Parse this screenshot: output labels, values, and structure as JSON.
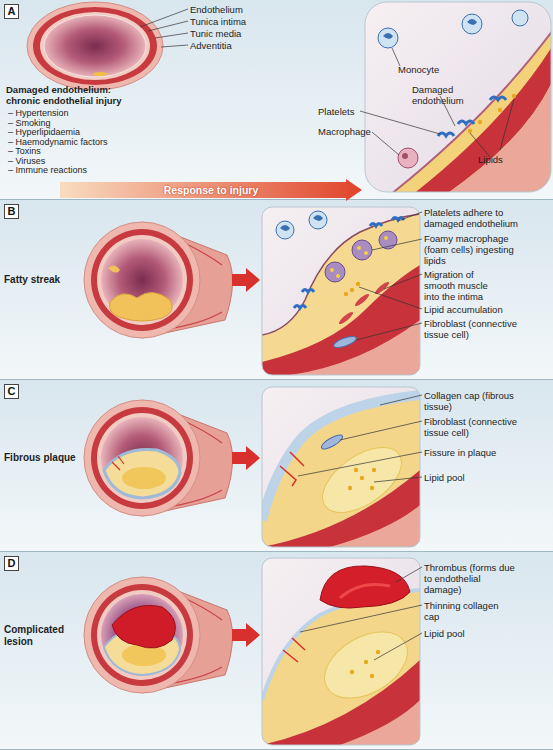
{
  "diagram": {
    "nodes": [
      {
        "text": [
          "A",
          "Damaged endothelium: chronic endothelial injury"
        ]
      },
      {
        "text": [
          "Response to injury"
        ],
        "in": 0
      },
      {
        "text": [
          "B",
          "Fatty streak"
        ]
      },
      {
        "text": [
          "C",
          "Fibrous plaque"
        ]
      },
      {
        "text": [
          "D",
          "Complicated lesion"
        ]
      }
    ],
    "labels": [
      "Endothelium",
      "Tunica intima",
      "Tunic media",
      "Adventitia",
      "– Hypertension",
      "– Smoking",
      "– Hyperlipidaemia",
      "– Haemodynamic factors",
      "– Toxins",
      "– Viruses",
      "– Immune reactions",
      "Monocyte",
      "Damaged endothelium",
      "Platelets",
      "Macrophage",
      "Lipids",
      "Platelets adhere to damaged endothelium",
      "Foamy macrophage (foam cells) ingesting lipids",
      "Migration of smooth muscle into the intima",
      "Lipid accumulation",
      "Fibroblast (connective tissue cell)",
      "Collagen cap (fibrous tissue)",
      "Fibroblast (connective tissue cell)",
      "Fissure in plaque",
      "Lipid pool",
      "Thrombus (forms due to endothelial damage)",
      "Thinning collagen cap",
      "Lipid pool"
    ]
  }
}
